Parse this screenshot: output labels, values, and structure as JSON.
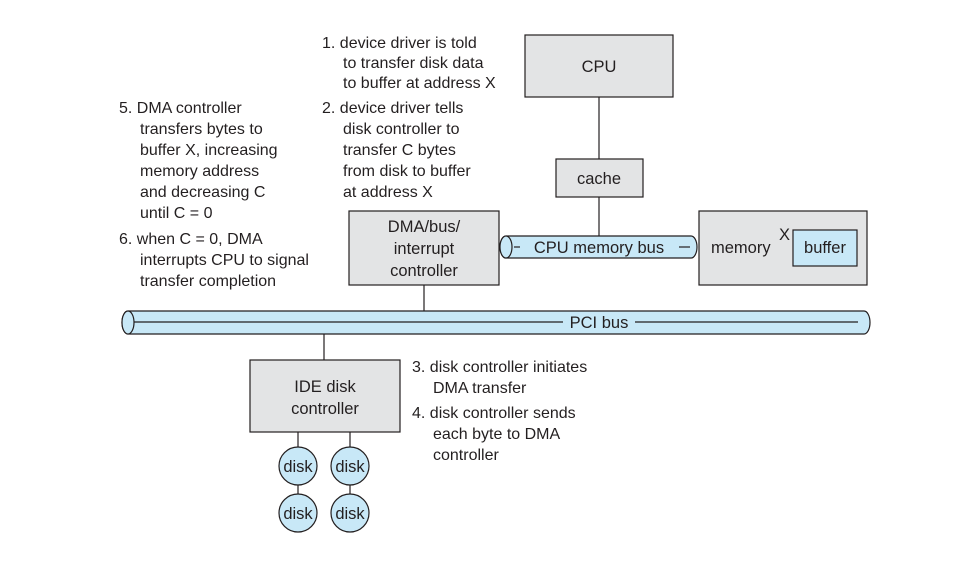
{
  "colors": {
    "box_fill": "#e3e4e5",
    "bus_fill": "#c8e8f7",
    "stroke": "#231f20"
  },
  "components": {
    "cpu": "CPU",
    "cache": "cache",
    "dma_controller": [
      "DMA/bus/",
      "interrupt",
      "controller"
    ],
    "memory": "memory",
    "buffer": "buffer",
    "buffer_address": "X",
    "ide_controller": [
      "IDE disk",
      "controller"
    ],
    "disk": "disk"
  },
  "buses": {
    "cpu_memory_bus": "CPU memory bus",
    "pci_bus": "PCI bus"
  },
  "steps": {
    "s1": [
      "1. device driver is told",
      "to transfer disk data",
      "to buffer at address X"
    ],
    "s2": [
      "2. device driver tells",
      "disk controller to",
      "transfer C bytes",
      "from disk to buffer",
      "at address X"
    ],
    "s3": [
      "3. disk controller initiates",
      "DMA transfer"
    ],
    "s4": [
      "4. disk controller sends",
      "each byte to DMA",
      "controller"
    ],
    "s5": [
      "5. DMA controller",
      "transfers bytes to",
      "buffer X, increasing",
      "memory address",
      "and decreasing C",
      "until C = 0"
    ],
    "s6": [
      "6. when C = 0, DMA",
      "interrupts CPU to signal",
      "transfer completion"
    ]
  }
}
